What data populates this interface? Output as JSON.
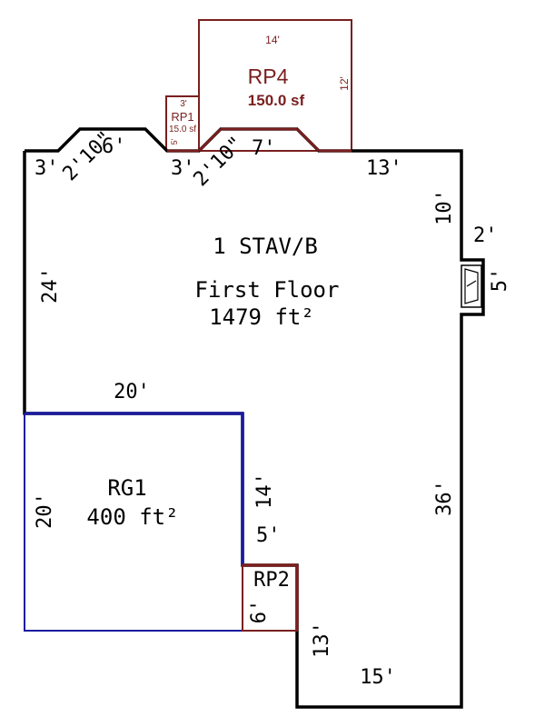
{
  "colors": {
    "outline": "#000000",
    "porch": "#7a1f1f",
    "garage": "#1a1aa0"
  },
  "main": {
    "code": "1 STAV/B",
    "name": "First Floor",
    "area": "1479 ft²"
  },
  "garage": {
    "code": "RG1",
    "area": "400 ft²"
  },
  "porch_rp4": {
    "code": "RP4",
    "area": "150.0 sf",
    "width": "14'",
    "depth": "12'"
  },
  "porch_rp1": {
    "code": "RP1",
    "area": "15.0 sf",
    "width": "3'",
    "depth": "5'"
  },
  "porch_rp2": {
    "code": "RP2",
    "depth": "6'"
  },
  "dimensions": {
    "top_left_3": "3'",
    "top_left_diag": "2'10\"",
    "top_left_6": "6'",
    "top_mid_3": "3'",
    "top_mid_diag": "2'10\"",
    "top_mid_7": "7'",
    "top_right_13": "13'",
    "right_10": "10'",
    "bump_2": "2'",
    "bump_5": "5'",
    "left_24": "24'",
    "mid_20": "20'",
    "garage_20": "20'",
    "garage_14": "14'",
    "step_5": "5'",
    "right_36": "36'",
    "bottom_13": "13'",
    "bottom_15": "15'"
  }
}
